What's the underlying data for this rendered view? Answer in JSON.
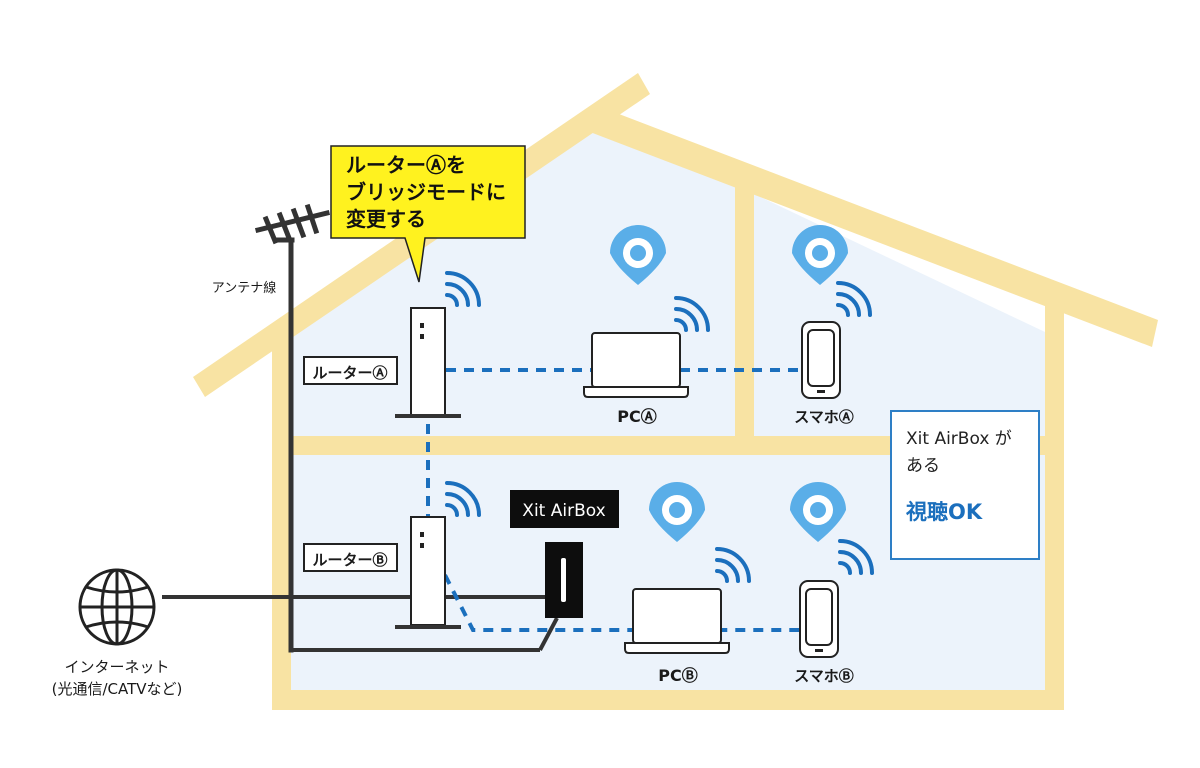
{
  "callout": {
    "line1": "ルーターⒶを",
    "line2": "ブリッジモードに",
    "line3": "変更する"
  },
  "labels": {
    "antenna": "アンテナ線",
    "router_a": "ルーターⒶ",
    "router_b": "ルーターⒷ",
    "pc_a": "PCⒶ",
    "pc_b": "PCⒷ",
    "phone_a": "スマホⒶ",
    "phone_b": "スマホⒷ",
    "airbox": "Xit AirBox",
    "internet_line1": "インターネット",
    "internet_line2": "(光通信/CATVなど)"
  },
  "info_box": {
    "line1": "Xit AirBox が",
    "line2": "ある",
    "status": "視聴OK"
  },
  "colors": {
    "house_frame": "#f8e3a3",
    "house_fill": "#ecf3fb",
    "callout_bg": "#fff21f",
    "wifi_blue": "#1b6fbd",
    "pin_blue": "#5aaee8",
    "accent_blue": "#2e7fc6",
    "line_dark": "#333333"
  },
  "icons": [
    "globe-icon",
    "antenna-icon",
    "router-icon",
    "laptop-icon",
    "smartphone-icon",
    "wifi-icon",
    "location-pin-icon",
    "airbox-device-icon"
  ]
}
